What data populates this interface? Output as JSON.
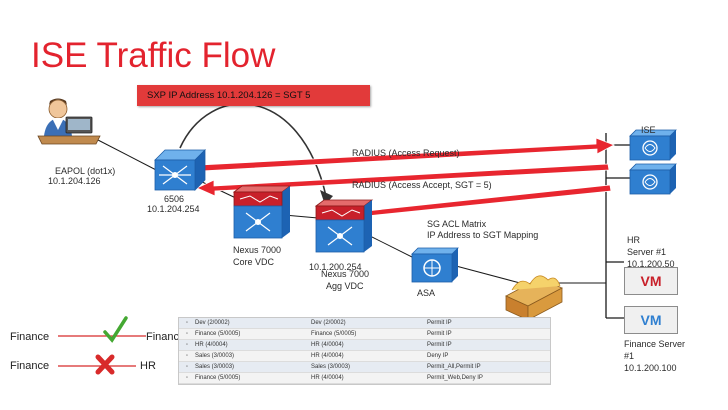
{
  "title": "ISE Traffic Flow",
  "sxp_label": "SXP IP  Address 10.1.204.126 = SGT  5",
  "labels": {
    "eapol": "EAPOL (dot1x)",
    "client_ip": "10.1.204.126",
    "switch_name": "6506",
    "switch_ip": "10.1.204.254",
    "radius_request": "RADIUS (Access Request)",
    "radius_accept": "RADIUS (Access Accept, SGT = 5)",
    "ise": "ISE",
    "core_vdc_line1": "Nexus 7000",
    "core_vdc_line2": "Core VDC",
    "agg_ip": "10.1.200.254",
    "agg_vdc_line1": "Nexus 7000",
    "agg_vdc_line2": "Agg VDC",
    "sg_acl_line1": "SG ACL Matrix",
    "sg_acl_line2": "IP Address to SGT Mapping",
    "asa": "ASA",
    "hr_server_line1": "HR",
    "hr_server_line2": "Server #1",
    "hr_server_ip": "10.1.200.50",
    "finance_server_line1": "Finance Server",
    "finance_server_line2": "#1",
    "finance_server_ip": "10.1.200.100",
    "vm": "VM"
  },
  "policy_examples": [
    {
      "source": "Finance",
      "destination": "Finance",
      "result": "allow"
    },
    {
      "source": "Finance",
      "destination": "HR",
      "result": "deny"
    }
  ],
  "acl_table": [
    {
      "num": "",
      "source": "Dev (2/0002)",
      "destination": "Dev (2/0002)",
      "policy": "Permit IP"
    },
    {
      "num": "",
      "source": "Finance (5/0005)",
      "destination": "Finance (5/0005)",
      "policy": "Permit IP"
    },
    {
      "num": "",
      "source": "HR (4/0004)",
      "destination": "HR (4/0004)",
      "policy": "Permit IP"
    },
    {
      "num": "",
      "source": "Sales (3/0003)",
      "destination": "HR (4/0004)",
      "policy": "Deny IP"
    },
    {
      "num": "",
      "source": "Sales (3/0003)",
      "destination": "Sales (3/0003)",
      "policy": "Permit_All,Permit IP"
    },
    {
      "num": "",
      "source": "Finance (5/0005)",
      "destination": "HR (4/0004)",
      "policy": "Permit_Web,Deny IP"
    }
  ],
  "colors": {
    "accent_red": "#e3232e",
    "device_blue": "#2f7fd0",
    "firewall_red": "#c8202a",
    "allow_green": "#44a832",
    "deny_red": "#d82a2a"
  }
}
